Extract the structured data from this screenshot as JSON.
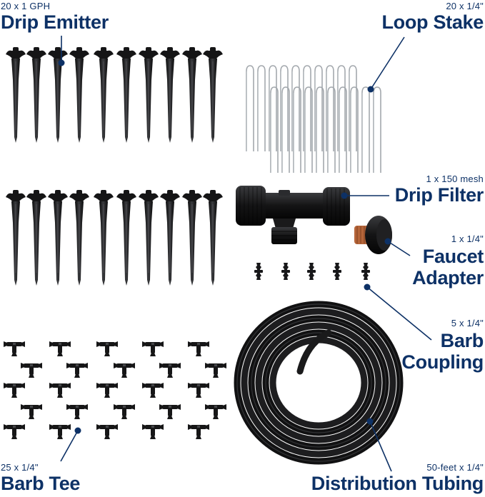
{
  "components": {
    "drip_emitter": {
      "qty": "20 x 1 GPH",
      "name": "Drip Emitter"
    },
    "loop_stake": {
      "qty": "20 x 1/4\"",
      "name": "Loop Stake"
    },
    "drip_filter": {
      "qty": "1 x 150 mesh",
      "name": "Drip Filter"
    },
    "faucet_adapter": {
      "qty": "1 x 1/4\"",
      "name_line1": "Faucet",
      "name_line2": "Adapter"
    },
    "barb_coupling": {
      "qty": "5 x 1/4\"",
      "name_line1": "Barb",
      "name_line2": "Coupling"
    },
    "barb_tee": {
      "qty": "25 x 1/4\"",
      "name": "Barb Tee"
    },
    "distribution_tubing": {
      "qty": "50-feet x 1/4\"",
      "name": "Distribution Tubing"
    }
  },
  "colors": {
    "label": "#0d3166",
    "part_black": "#1c1c1e",
    "stake_metal": "#a9aeb3",
    "adapter_copper": "#b5653a",
    "background": "#ffffff"
  }
}
